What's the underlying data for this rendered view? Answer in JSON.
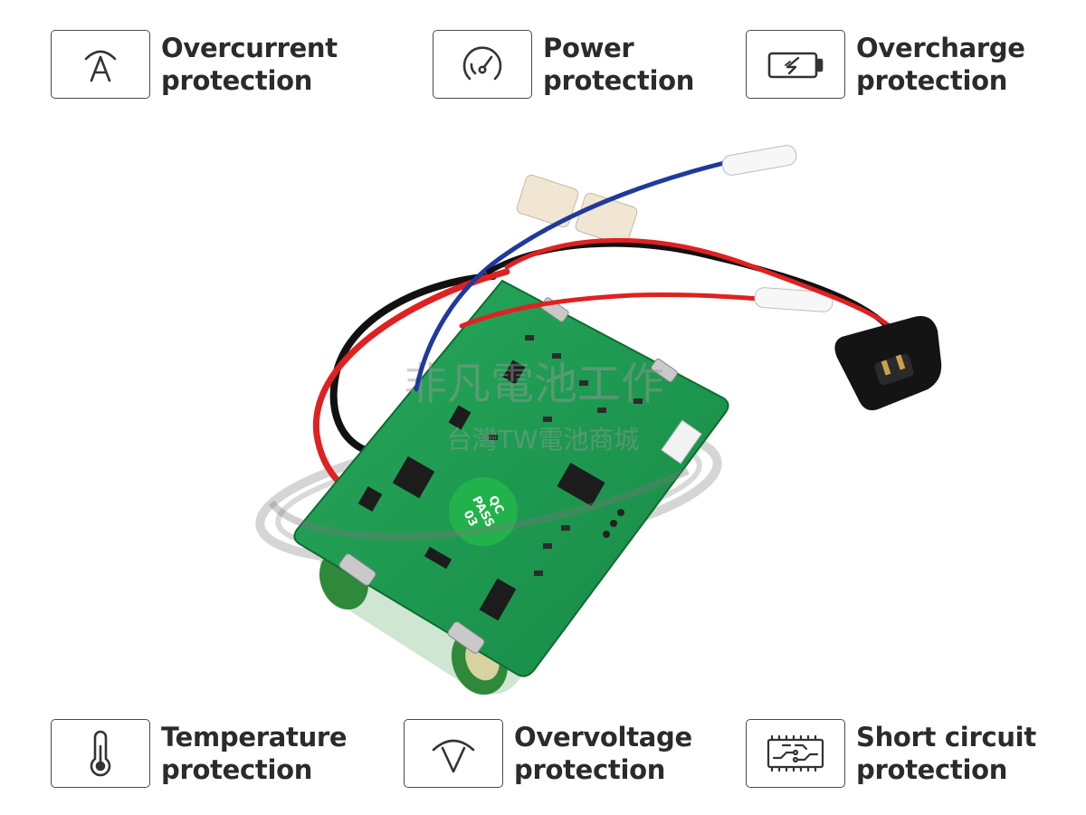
{
  "features": [
    {
      "icon": "ampere-icon",
      "line1": "Overcurrent",
      "line2": "protection"
    },
    {
      "icon": "gauge-icon",
      "line1": "Power",
      "line2": "protection"
    },
    {
      "icon": "battery-charge-icon",
      "line1": "Overcharge",
      "line2": "protection"
    },
    {
      "icon": "thermometer-icon",
      "line1": "Temperature",
      "line2": "protection"
    },
    {
      "icon": "voltage-icon",
      "line1": "Overvoltage",
      "line2": "protection"
    },
    {
      "icon": "circuit-icon",
      "line1": "Short circuit",
      "line2": "protection"
    }
  ],
  "board": {
    "qc_sticker_line1": "QC",
    "qc_sticker_line2": "PASS",
    "qc_sticker_line3": "03",
    "watermark_line1": "非凡電池工作",
    "watermark_line2": "台灣TW電池商城"
  },
  "colors": {
    "pcb_green": "#1f9e54",
    "sticker_green": "#22b24c",
    "wire_red": "#e02121",
    "wire_blue": "#1f3a9a",
    "wire_black": "#111111",
    "text_dark": "#2b2b2b"
  }
}
